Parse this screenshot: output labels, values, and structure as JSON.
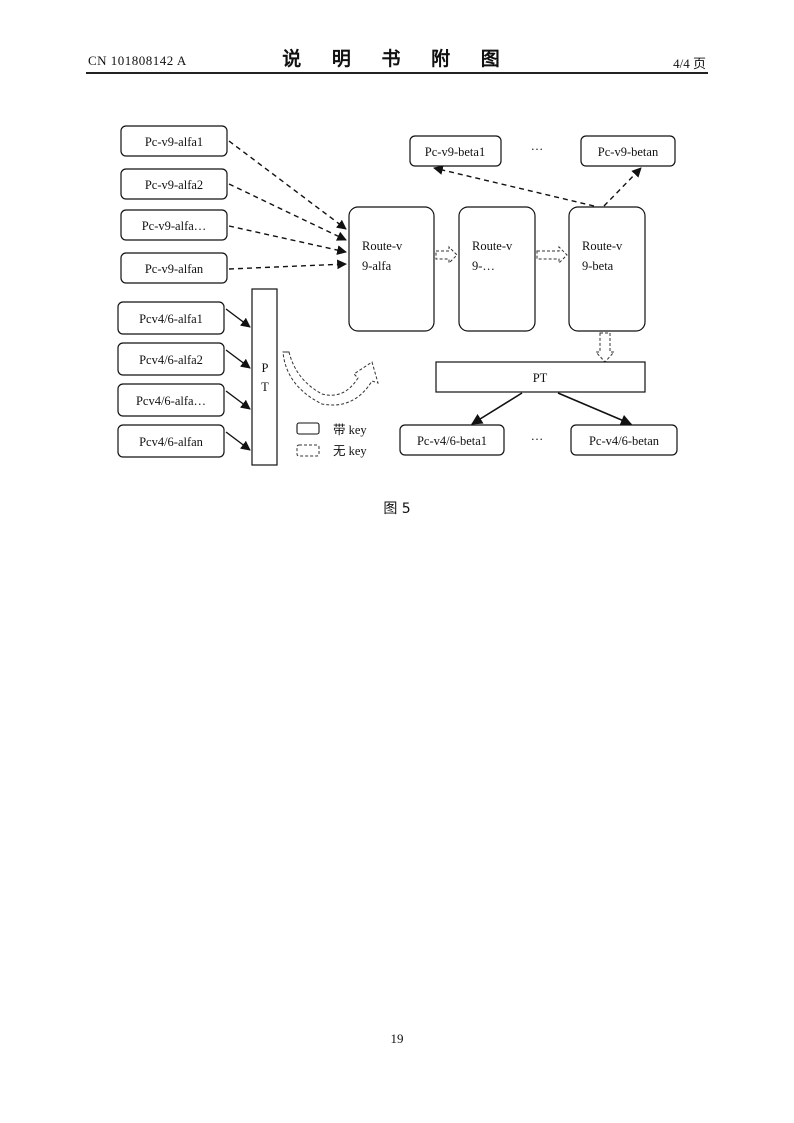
{
  "header": {
    "doc_number": "CN 101808142 A",
    "title": "说 明 书 附 图",
    "page_of": "4/4 页"
  },
  "diagram": {
    "left_v9_sources": [
      "Pc-v9-alfa1",
      "Pc-v9-alfa2",
      "Pc-v9-alfa…",
      "Pc-v9-alfan"
    ],
    "left_v46_sources": [
      "Pcv4/6-alfa1",
      "Pcv4/6-alfa2",
      "Pcv4/6-alfa…",
      "Pcv4/6-alfan"
    ],
    "left_pt_label": [
      "P",
      "T"
    ],
    "routes": [
      [
        "Route-v",
        "9-alfa"
      ],
      [
        "Route-v",
        "9-…"
      ],
      [
        "Route-v",
        "9-beta"
      ]
    ],
    "top_right_targets": [
      "Pc-v9-beta1",
      "Pc-v9-betan"
    ],
    "top_ellipsis": "…",
    "right_pt_label": "PT",
    "bottom_right_targets": [
      "Pc-v4/6-beta1",
      "Pc-v4/6-betan"
    ],
    "bottom_ellipsis": "…",
    "legend": [
      {
        "label": "带 key"
      },
      {
        "label": "无 key"
      }
    ]
  },
  "caption": "图 5",
  "page_number": "19"
}
